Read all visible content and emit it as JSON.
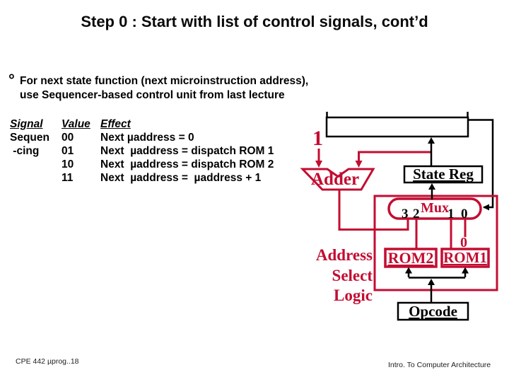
{
  "slide": {
    "title": "Step 0 : Start with list of control signals, cont’d",
    "bullet": {
      "marker": "°",
      "line1": "For next state function (next microinstruction address),",
      "line2": "use Sequencer-based control unit from last lecture"
    },
    "table": {
      "headers": [
        "Signal",
        "Value",
        "Effect"
      ],
      "rows": [
        {
          "signal": "Sequen",
          "value": "00",
          "effect": "Next µaddress = 0"
        },
        {
          "signal": " -cing",
          "value": "01",
          "effect": "Next  µaddress = dispatch ROM 1"
        },
        {
          "signal": "",
          "value": "10",
          "effect": "Next  µaddress = dispatch ROM 2"
        },
        {
          "signal": "",
          "value": "11",
          "effect": "Next  µaddress =  µaddress + 1"
        }
      ]
    },
    "diagram": {
      "const_one": "1",
      "adder": "Adder",
      "state_reg": "State Reg",
      "mux": "Mux",
      "mux_inputs": [
        "3",
        "2",
        "1",
        "0"
      ],
      "const_zero": "0",
      "rom2": "ROM2",
      "rom1": "ROM1",
      "opcode": "Opcode",
      "asl": [
        "Address",
        "Select",
        "Logic"
      ],
      "colors": {
        "accent_red": "#c30d32",
        "line_black": "#000000"
      }
    },
    "footer": {
      "left": "CPE 442  µprog..18",
      "right": "Intro. To Computer Architecture"
    }
  }
}
